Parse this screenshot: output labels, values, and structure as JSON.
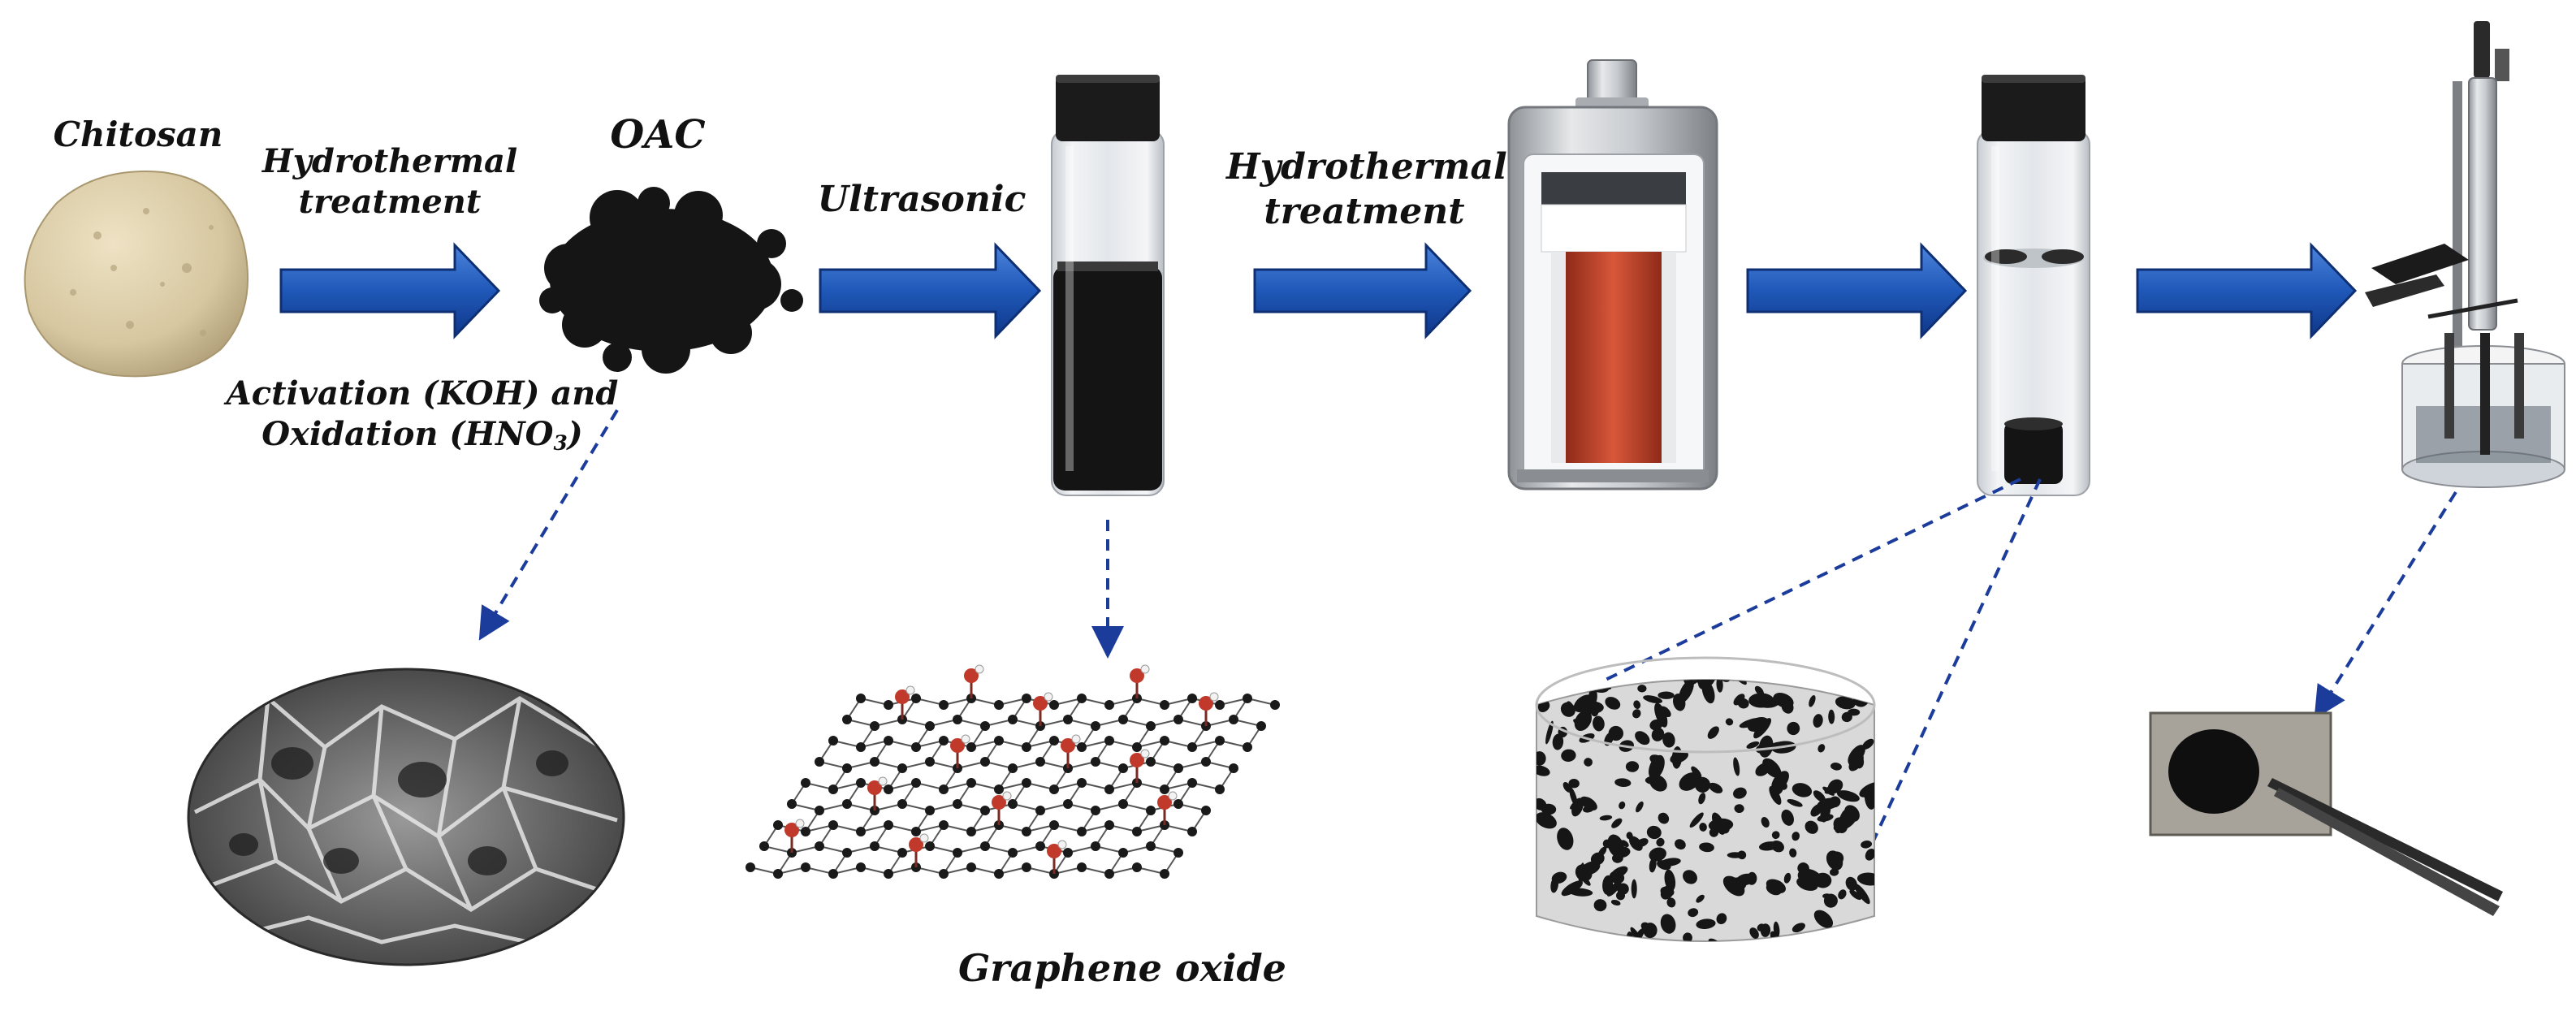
{
  "steps": {
    "chitosan": "Chitosan",
    "hydrothermal_1_line1": "Hydrothermal",
    "hydrothermal_1_line2": "treatment",
    "oac": "OAC",
    "activation_line1": "Activation (KOH) and",
    "oxidation_prefix": "Oxidation (HNO",
    "oxidation_sub": "3",
    "oxidation_suffix": ")",
    "ultrasonic": "Ultrasonic",
    "hydrothermal_2_line1": "Hydrothermal",
    "hydrothermal_2_line2": "treatment",
    "graphene_oxide": "Graphene oxide"
  },
  "colors": {
    "arrow_fill": "#1f58b8",
    "arrow_edge": "#0e2f73",
    "dashed_connector": "#1c3c9c",
    "text": "#111111",
    "chitosan": "#d8caa6",
    "carbon": "#151515",
    "autoclave_liner": "#c94a2e",
    "go_oxygen": "#c0392b"
  }
}
